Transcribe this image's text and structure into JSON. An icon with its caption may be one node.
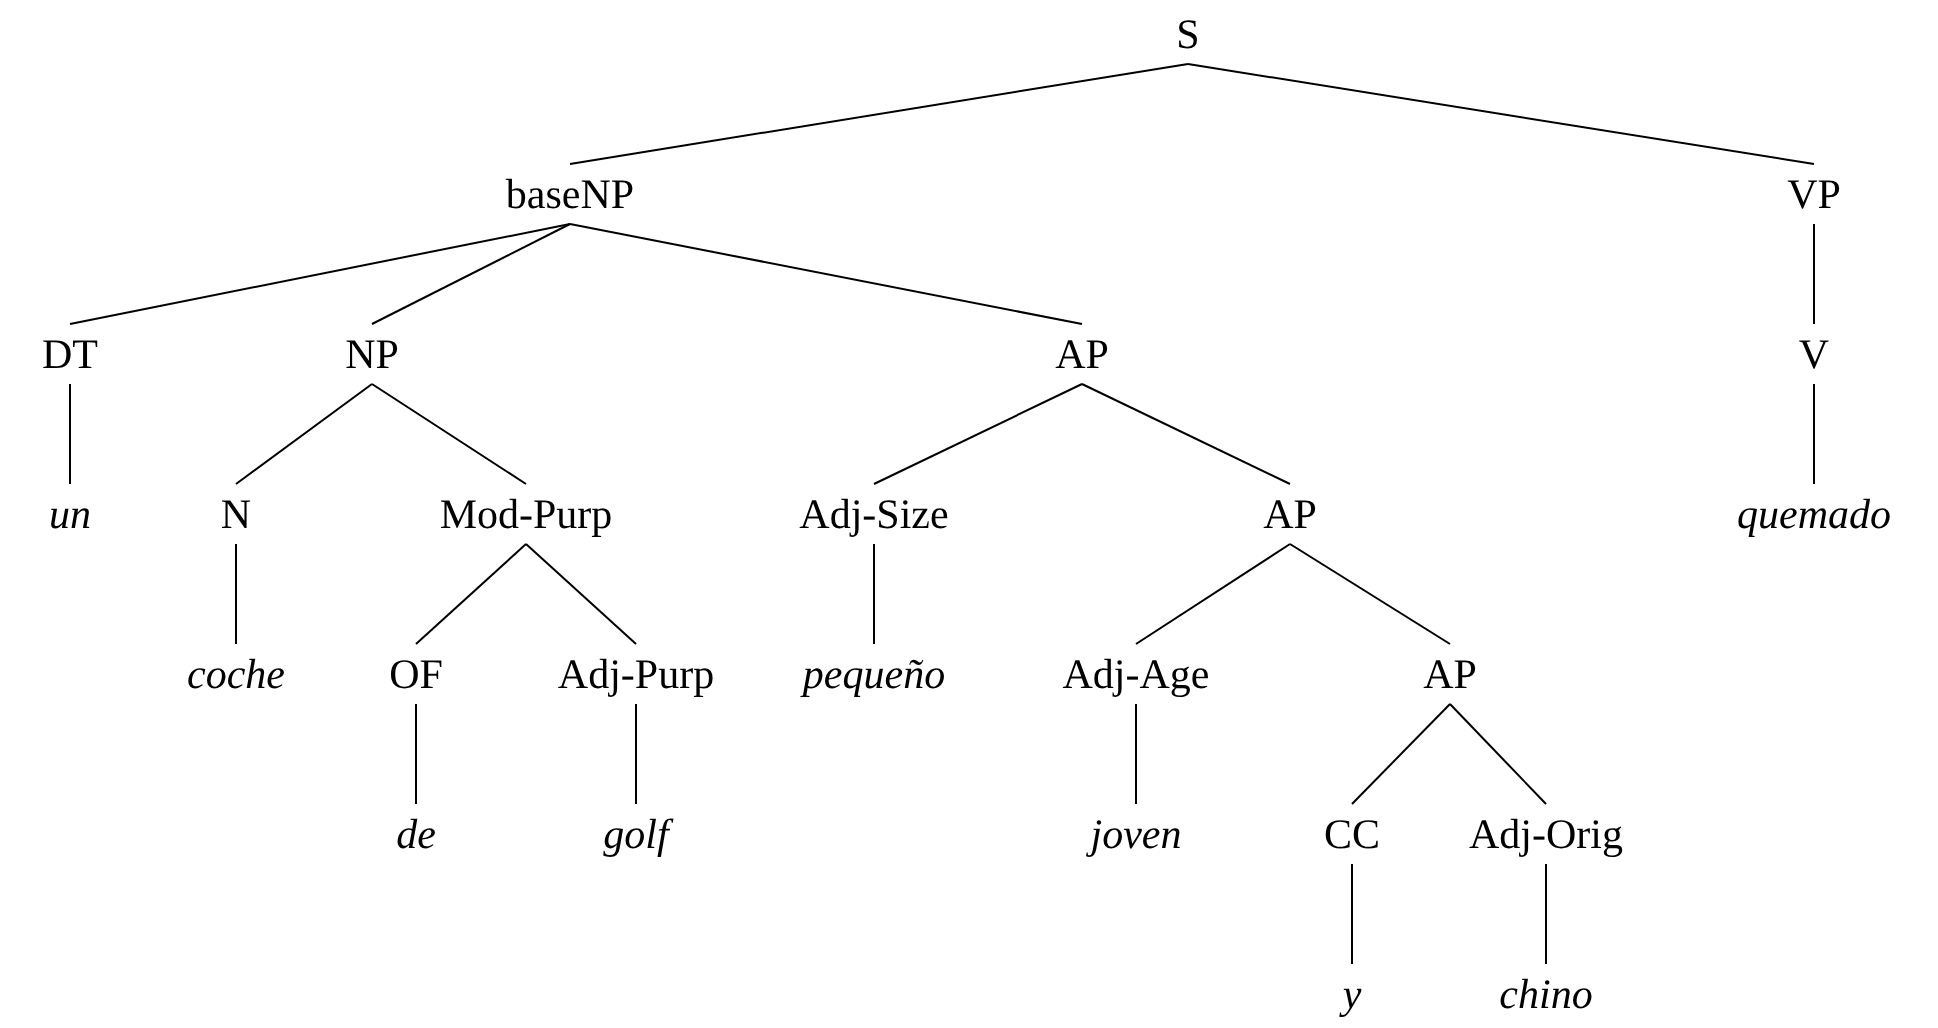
{
  "diagram": {
    "nodes": [
      {
        "text": [
          "S"
        ]
      },
      {
        "text": [
          "baseNP"
        ]
      },
      {
        "text": [
          "VP"
        ]
      },
      {
        "text": [
          "DT"
        ]
      },
      {
        "text": [
          "NP"
        ]
      },
      {
        "text": [
          "AP"
        ]
      },
      {
        "text": [
          "V"
        ]
      },
      {
        "text": [
          "un"
        ]
      },
      {
        "text": [
          "N"
        ]
      },
      {
        "text": [
          "Mod-Purp"
        ]
      },
      {
        "text": [
          "Adj-Size"
        ]
      },
      {
        "text": [
          "AP"
        ]
      },
      {
        "text": [
          "quemado"
        ]
      },
      {
        "text": [
          "coche"
        ]
      },
      {
        "text": [
          "OF"
        ]
      },
      {
        "text": [
          "Adj-Purp"
        ]
      },
      {
        "text": [
          "pequeño"
        ]
      },
      {
        "text": [
          "Adj-Age"
        ]
      },
      {
        "text": [
          "AP"
        ]
      },
      {
        "text": [
          "de"
        ]
      },
      {
        "text": [
          "golf"
        ]
      },
      {
        "text": [
          "joven"
        ]
      },
      {
        "text": [
          "CC"
        ]
      },
      {
        "text": [
          "Adj-Orig"
        ]
      },
      {
        "text": [
          "y"
        ]
      },
      {
        "text": [
          "chino"
        ]
      }
    ],
    "edges": [
      {
        "from": 0,
        "to": 1,
        "arrow": "none"
      },
      {
        "from": 0,
        "to": 2,
        "arrow": "none"
      },
      {
        "from": 1,
        "to": 3,
        "arrow": "none"
      },
      {
        "from": 1,
        "to": 4,
        "arrow": "none"
      },
      {
        "from": 1,
        "to": 5,
        "arrow": "none"
      },
      {
        "from": 2,
        "to": 6,
        "arrow": "none"
      },
      {
        "from": 3,
        "to": 7,
        "arrow": "none"
      },
      {
        "from": 4,
        "to": 8,
        "arrow": "none"
      },
      {
        "from": 4,
        "to": 9,
        "arrow": "none"
      },
      {
        "from": 5,
        "to": 10,
        "arrow": "none"
      },
      {
        "from": 5,
        "to": 11,
        "arrow": "none"
      },
      {
        "from": 6,
        "to": 12,
        "arrow": "none"
      },
      {
        "from": 8,
        "to": 13,
        "arrow": "none"
      },
      {
        "from": 9,
        "to": 14,
        "arrow": "none"
      },
      {
        "from": 9,
        "to": 15,
        "arrow": "none"
      },
      {
        "from": 10,
        "to": 16,
        "arrow": "none"
      },
      {
        "from": 11,
        "to": 17,
        "arrow": "none"
      },
      {
        "from": 11,
        "to": 18,
        "arrow": "none"
      },
      {
        "from": 14,
        "to": 19,
        "arrow": "none"
      },
      {
        "from": 15,
        "to": 20,
        "arrow": "none"
      },
      {
        "from": 17,
        "to": 21,
        "arrow": "none"
      },
      {
        "from": 18,
        "to": 22,
        "arrow": "none"
      },
      {
        "from": 18,
        "to": 23,
        "arrow": "none"
      },
      {
        "from": 22,
        "to": 24,
        "arrow": "none"
      },
      {
        "from": 23,
        "to": 25,
        "arrow": "none"
      }
    ]
  }
}
